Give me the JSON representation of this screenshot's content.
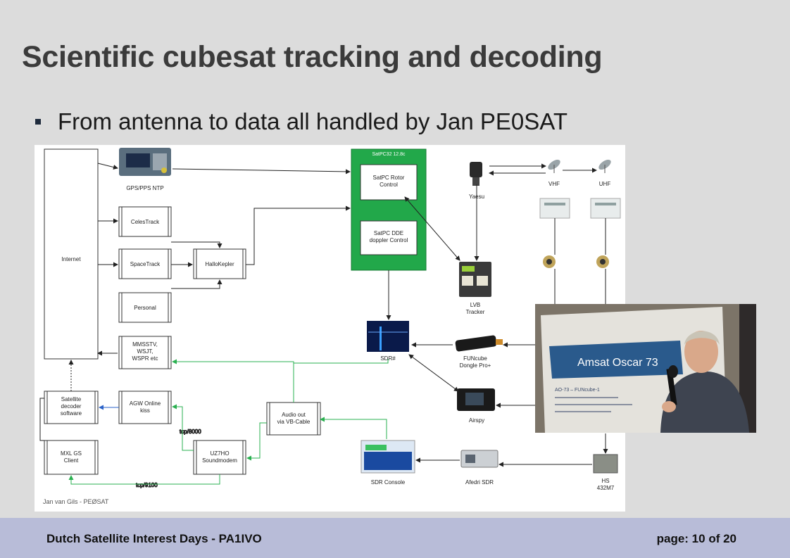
{
  "slide": {
    "title": "Scientific cubesat tracking and decoding",
    "bullet": "From antenna to data all handled by Jan PE0SAT"
  },
  "diagram": {
    "internet": "Internet",
    "gps": "GPS/PPS NTP",
    "celestrack": "CelesTrack",
    "spacetrack": "SpaceTrack",
    "hallokepler": "HalloKepler",
    "personal": "Personal",
    "mmsstv": [
      "MMSSTV,",
      "WSJT,",
      "WSPR etc"
    ],
    "satdecoder": [
      "Satellite",
      "decoder",
      "software"
    ],
    "agw": [
      "AGW Online",
      "kiss"
    ],
    "mxl": [
      "MXL GS",
      "Client"
    ],
    "uz7ho": [
      "UZ7HO",
      "Soundmodem"
    ],
    "audio_out": [
      "Audio out",
      "via VB-Cable"
    ],
    "tcp8000": "tcp/8000",
    "tcp9100": "tcp/9100",
    "satpc_title": "SatPC32 12.8c",
    "satpc_rotor": [
      "SatPC Rotor",
      "Control"
    ],
    "satpc_dde": [
      "SatPC DDE",
      "doppler Control"
    ],
    "yaesu": "Yaesu",
    "vhf": "VHF",
    "uhf": "UHF",
    "lvb": [
      "LVB",
      "Tracker"
    ],
    "sdrsharp": "SDR#",
    "funcube": [
      "FUNcube",
      "Dongle Pro+"
    ],
    "airspy": "Airspy",
    "sdrconsole": "SDR Console",
    "afedri": "Afedri SDR",
    "hs": [
      "HS",
      "432M7"
    ],
    "credit": "Jan van Gils - PEØSAT"
  },
  "photo": {
    "screen_title": "Amsat Oscar 73",
    "screen_line1": "AO-73 – FUNcube-1"
  },
  "footer": {
    "left": "Dutch Satellite Interest Days - PA1IVO",
    "right": "page: 10 of 20"
  }
}
